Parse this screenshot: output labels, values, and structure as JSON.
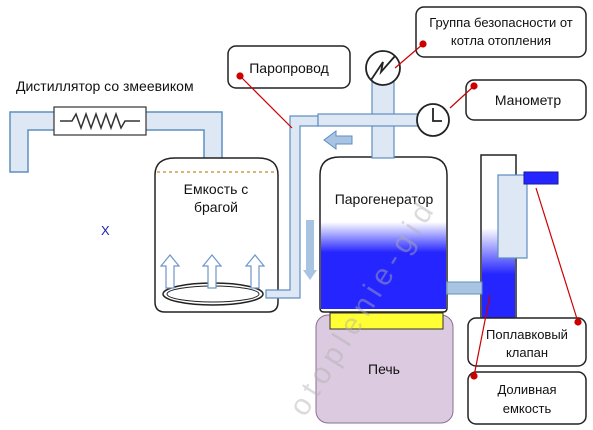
{
  "labels": {
    "distiller": "Дистиллятор со змеевиком",
    "mash_tank": [
      "Емкость с",
      "брагой"
    ],
    "steam_line": "Паропровод",
    "safety_group": [
      "Группа безопасности от",
      "котла отопления"
    ],
    "manometer": "Манометр",
    "steam_generator": "Парогенератор",
    "float_valve": [
      "Поплавковый",
      "клапан"
    ],
    "furnace": "Печь",
    "refill_tank": [
      "Доливная",
      "емкость"
    ],
    "stray_mark": "X",
    "watermark": "otoplenie-gid"
  },
  "colors": {
    "pipe_fill": "#dde8f4",
    "pipe_stroke": "#5f8fc0",
    "water_blue": "#2525ff",
    "furnace_fill": "#dccbe0",
    "burner_yellow": "#ffff33",
    "pointer_red": "#cc0000",
    "arrow_blue": "#a9c4e2"
  },
  "icons": [
    "gauge-icon",
    "clock-gauge-icon",
    "coil-icon",
    "steam-arrow-icon"
  ]
}
